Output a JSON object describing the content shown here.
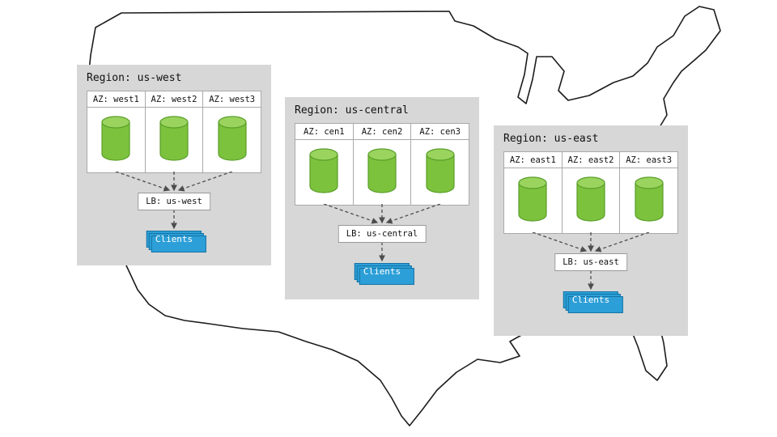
{
  "regions": [
    {
      "title": "Region: us-west",
      "azs": [
        "AZ: west1",
        "AZ: west2",
        "AZ: west3"
      ],
      "lb_label": "LB: us-west",
      "clients_label": "Clients"
    },
    {
      "title": "Region: us-central",
      "azs": [
        "AZ: cen1",
        "AZ: cen2",
        "AZ: cen3"
      ],
      "lb_label": "LB: us-central",
      "clients_label": "Clients"
    },
    {
      "title": "Region: us-east",
      "azs": [
        "AZ: east1",
        "AZ: east2",
        "AZ: east3"
      ],
      "lb_label": "LB: us-east",
      "clients_label": "Clients"
    }
  ],
  "icons": {
    "database": "database-cylinder-icon",
    "map": "us-map-outline"
  },
  "colors": {
    "region_bg": "#d7d7d7",
    "az_bg": "#ffffff",
    "cylinder_green": "#7cc23d",
    "cylinder_top": "#9ad45e",
    "cylinder_stroke": "#5a9e2a",
    "clients_blue": "#2d9fd8",
    "clients_border": "#1474a4",
    "connector": "#4d4d4d",
    "map_stroke": "#1c1c1c"
  }
}
